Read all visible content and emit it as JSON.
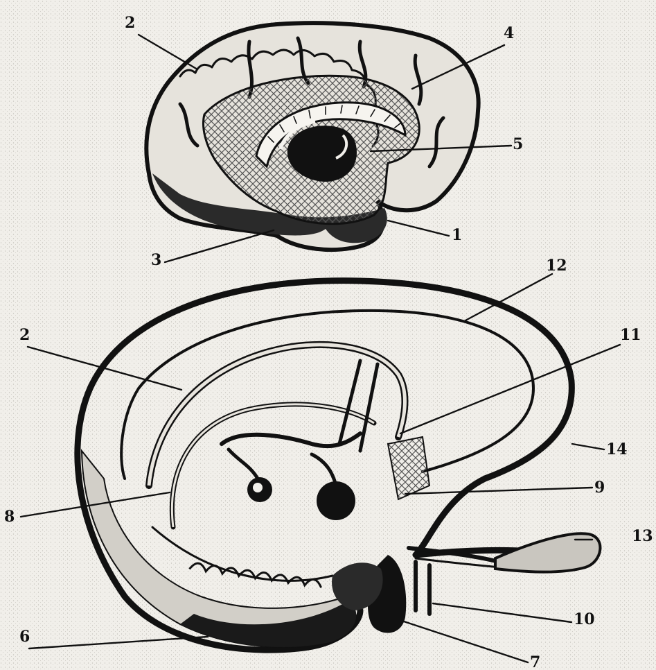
{
  "figure": {
    "labels": {
      "top": {
        "l1": "1",
        "l2": "2",
        "l3": "3",
        "l4": "4",
        "l5": "5"
      },
      "bottom": {
        "l2": "2",
        "l6": "6",
        "l7": "7",
        "l8": "8",
        "l9": "9",
        "l10": "10",
        "l11": "11",
        "l12": "12",
        "l13": "13",
        "l14": "14"
      }
    },
    "colors": {
      "ink": "#111111",
      "paper": "#f1efea",
      "hatch": "#555555"
    }
  }
}
